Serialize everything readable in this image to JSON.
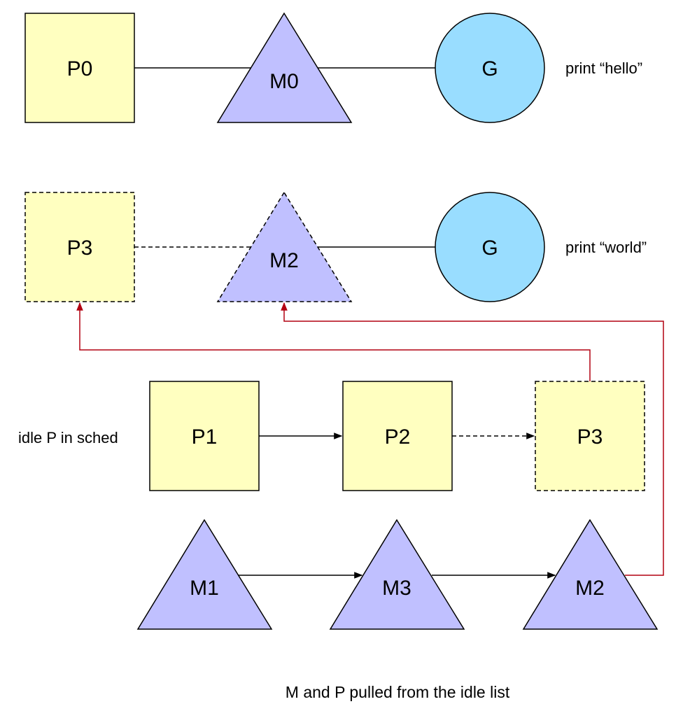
{
  "colors": {
    "processor_fill": "#ffffc0",
    "machine_fill": "#c0c0ff",
    "goroutine_fill": "#99ddff",
    "stroke": "#000000",
    "pull_arrow": "#b20010"
  },
  "row1": {
    "processor": "P0",
    "machine": "M0",
    "goroutine": "G",
    "action": "print “hello”"
  },
  "row2": {
    "processor": "P3",
    "machine": "M2",
    "goroutine": "G",
    "action": "print “world”"
  },
  "idle_p": {
    "label": "idle P in sched",
    "items": [
      "P1",
      "P2",
      "P3"
    ]
  },
  "idle_m": {
    "items": [
      "M1",
      "M3",
      "M2"
    ]
  },
  "caption": "M and P pulled from the idle list"
}
